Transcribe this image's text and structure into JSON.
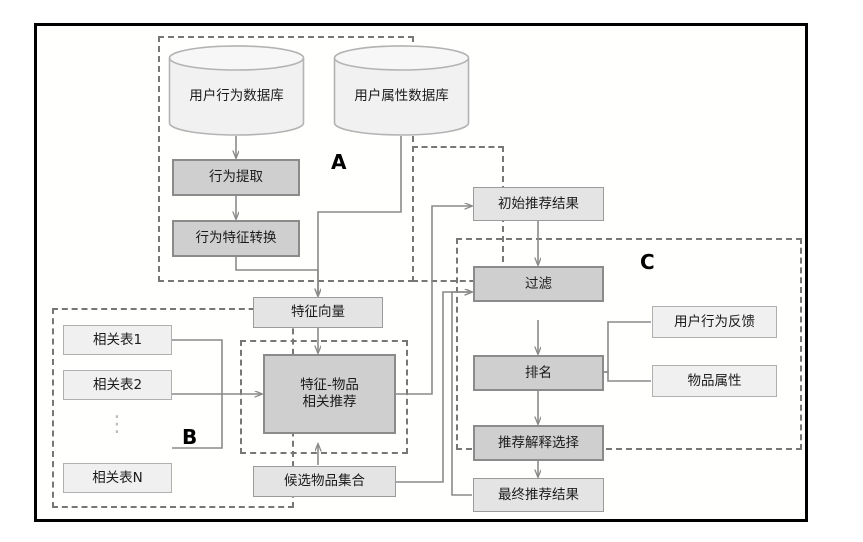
{
  "diagram": {
    "title_present": false,
    "groups": [
      {
        "id": "A",
        "label": "A"
      },
      {
        "id": "B",
        "label": "B"
      },
      {
        "id": "C",
        "label": "C"
      }
    ],
    "nodes": {
      "user_behavior_db": {
        "label": "用户行为数据库",
        "shape": "cylinder",
        "style": "pale"
      },
      "user_attribute_db": {
        "label": "用户属性数据库",
        "shape": "cylinder",
        "style": "pale"
      },
      "behavior_extract": {
        "label": "行为提取",
        "shape": "rect",
        "style": "proc"
      },
      "behavior_transform": {
        "label": "行为特征转换",
        "shape": "rect",
        "style": "proc"
      },
      "feature_vector": {
        "label": "特征向量",
        "shape": "rect",
        "style": "light"
      },
      "rel_table_1": {
        "label": "相关表1",
        "shape": "rect",
        "style": "pale"
      },
      "rel_table_2": {
        "label": "相关表2",
        "shape": "rect",
        "style": "pale"
      },
      "rel_table_n": {
        "label": "相关表N",
        "shape": "rect",
        "style": "pale"
      },
      "feature_item_rec": {
        "label": "特征-物品\n相关推荐",
        "line1": "特征-物品",
        "line2": "相关推荐",
        "shape": "rect",
        "style": "proc"
      },
      "candidate_set": {
        "label": "候选物品集合",
        "shape": "rect",
        "style": "light"
      },
      "initial_result": {
        "label": "初始推荐结果",
        "shape": "rect",
        "style": "light"
      },
      "filter": {
        "label": "过滤",
        "shape": "rect",
        "style": "proc"
      },
      "rank": {
        "label": "排名",
        "shape": "rect",
        "style": "proc"
      },
      "explain_select": {
        "label": "推荐解释选择",
        "shape": "rect",
        "style": "proc"
      },
      "final_result": {
        "label": "最终推荐结果",
        "shape": "rect",
        "style": "light"
      },
      "user_feedback": {
        "label": "用户行为反馈",
        "shape": "rect",
        "style": "pale"
      },
      "item_attribute": {
        "label": "物品属性",
        "shape": "rect",
        "style": "pale"
      }
    },
    "ellipsis": "⋮",
    "colors": {
      "frame_border": "#000000",
      "dashed_group": "#777777",
      "process_fill": "#cfcfcf",
      "process_border": "#8b8b8b",
      "light_fill": "#e4e4e4",
      "light_border": "#9b9b9b",
      "pale_fill": "#f0f0f0",
      "pale_border": "#b0b0b0",
      "connector": "#8a8a8a",
      "text": "#1b1b1b"
    }
  }
}
